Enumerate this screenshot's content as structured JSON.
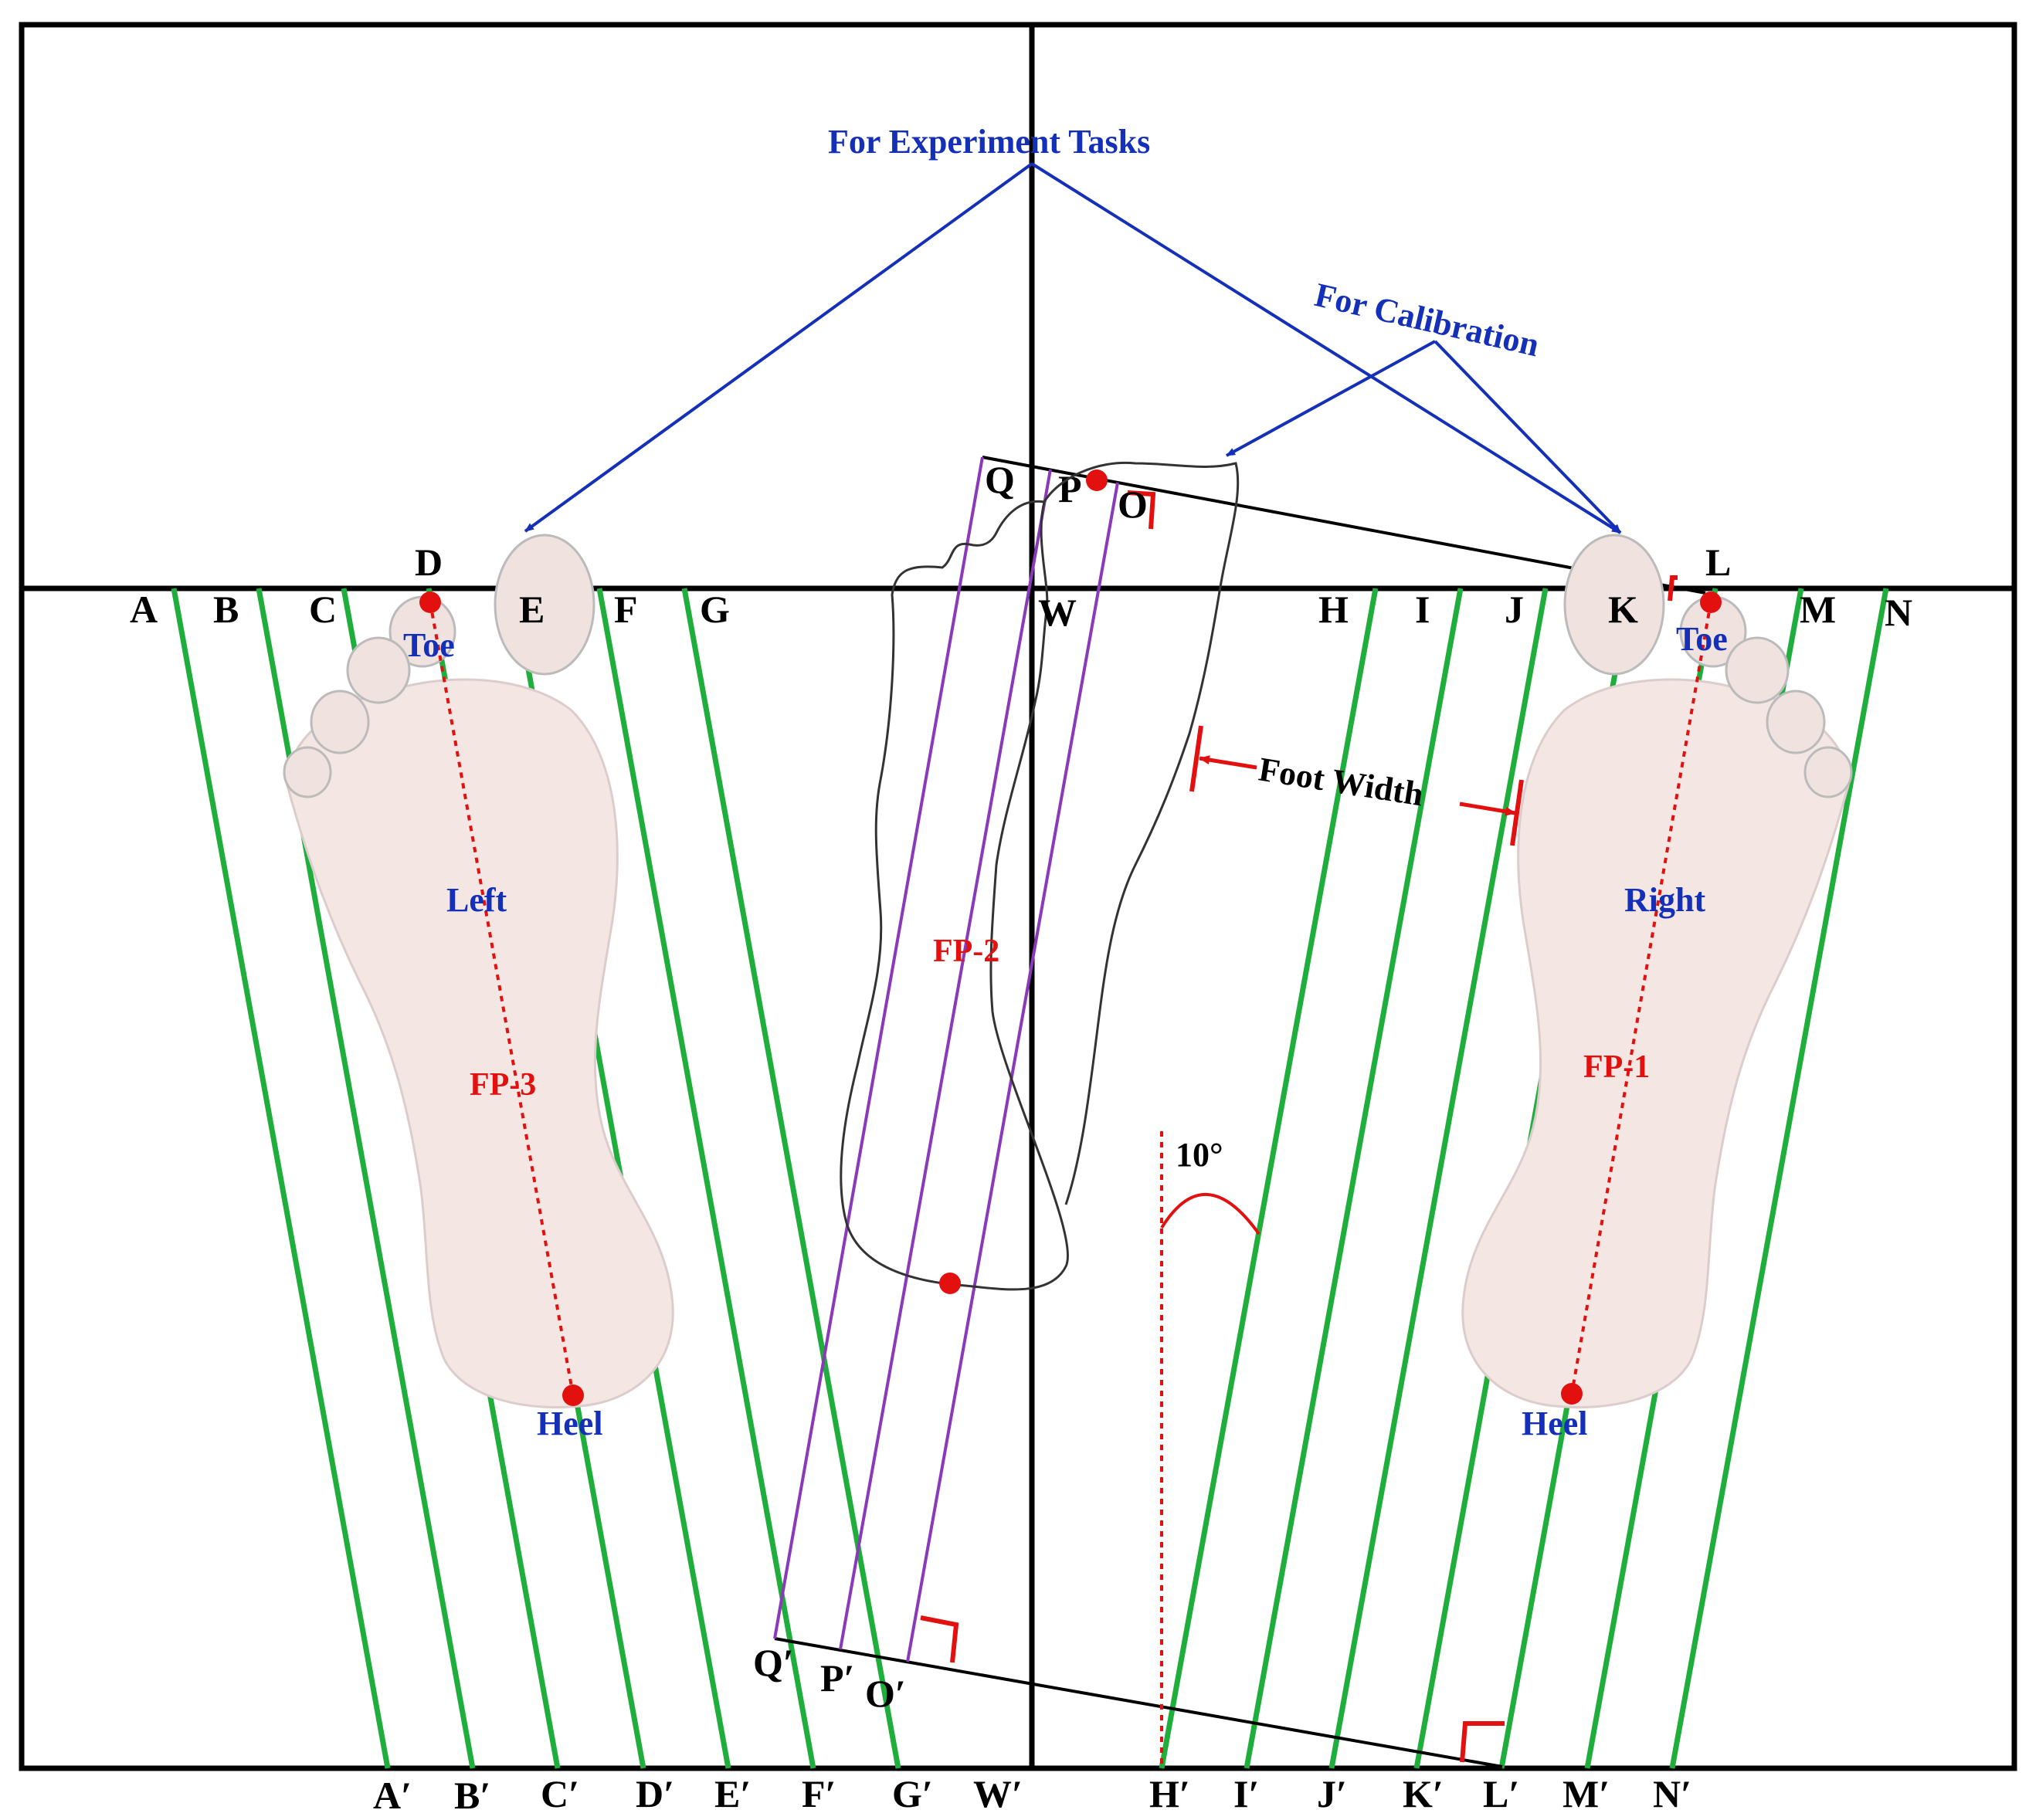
{
  "annotations": {
    "experiment_tasks": "For Experiment Tasks",
    "calibration": "For Calibration",
    "foot_width": "Foot Width",
    "angle": "10°"
  },
  "left_foot": {
    "side": "Left",
    "toe": "Toe",
    "heel": "Heel",
    "fp": "FP-3"
  },
  "right_foot": {
    "side": "Right",
    "toe": "Toe",
    "heel": "Heel",
    "fp": "FP-1"
  },
  "center_foot": {
    "fp": "FP-2"
  },
  "calibration_box": {
    "top_labels": [
      "Q",
      "P",
      "O"
    ],
    "bottom_labels": [
      "Q′",
      "P′",
      "O′"
    ]
  },
  "top_labels": [
    "A",
    "B",
    "C",
    "D",
    "E",
    "F",
    "G",
    "W",
    "H",
    "I",
    "J",
    "K",
    "L",
    "M",
    "N"
  ],
  "bottom_labels": [
    "A′",
    "B′",
    "C′",
    "D′",
    "E′",
    "F′",
    "G′",
    "W′",
    "H′",
    "I′",
    "J′",
    "K′",
    "L′",
    "M′",
    "N′"
  ],
  "line_angle_deg": 10,
  "colors": {
    "guide_line": "#1fae3c",
    "calibration_line": "#8a3ab9",
    "marker": "#e31010",
    "annotation": "#1530b8"
  }
}
